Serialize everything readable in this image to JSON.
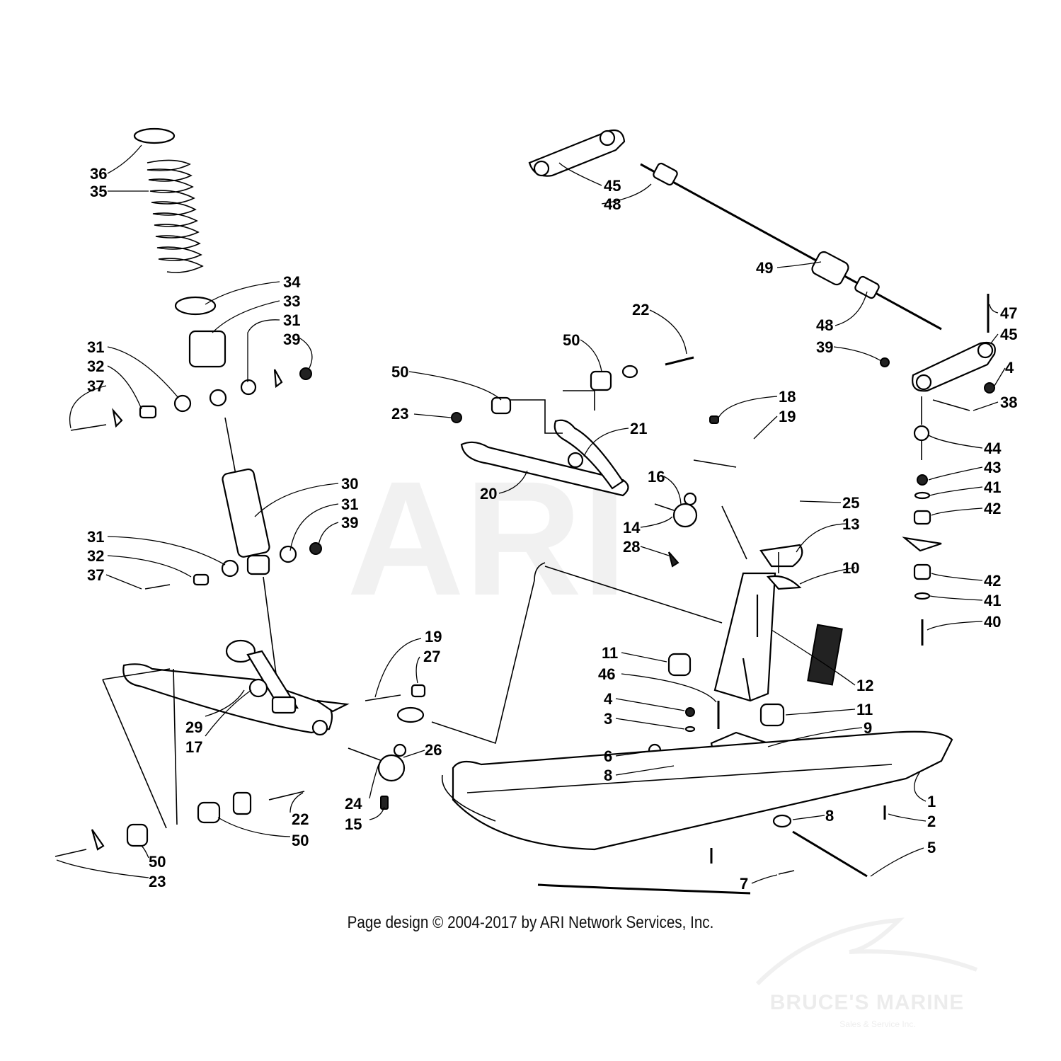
{
  "watermark": "ARI",
  "copyright": "Page design © 2004-2017 by ARI Network Services, Inc.",
  "dealer": {
    "name": "BRUCE'S MARINE",
    "tagline": "Sales & Service Inc."
  },
  "callouts": [
    {
      "id": "c36",
      "label": "36"
    },
    {
      "id": "c35",
      "label": "35"
    },
    {
      "id": "c34",
      "label": "34"
    },
    {
      "id": "c33",
      "label": "33"
    },
    {
      "id": "c31a",
      "label": "31"
    },
    {
      "id": "c39a",
      "label": "39"
    },
    {
      "id": "c31b",
      "label": "31"
    },
    {
      "id": "c32a",
      "label": "32"
    },
    {
      "id": "c37a",
      "label": "37"
    },
    {
      "id": "c30",
      "label": "30"
    },
    {
      "id": "c31c",
      "label": "31"
    },
    {
      "id": "c39b",
      "label": "39"
    },
    {
      "id": "c31d",
      "label": "31"
    },
    {
      "id": "c32b",
      "label": "32"
    },
    {
      "id": "c37b",
      "label": "37"
    },
    {
      "id": "c29",
      "label": "29"
    },
    {
      "id": "c17",
      "label": "17"
    },
    {
      "id": "c19a",
      "label": "19"
    },
    {
      "id": "c27",
      "label": "27"
    },
    {
      "id": "c26",
      "label": "26"
    },
    {
      "id": "c24",
      "label": "24"
    },
    {
      "id": "c15",
      "label": "15"
    },
    {
      "id": "c22a",
      "label": "22"
    },
    {
      "id": "c50a",
      "label": "50"
    },
    {
      "id": "c50b",
      "label": "50"
    },
    {
      "id": "c23a",
      "label": "23"
    },
    {
      "id": "c45a",
      "label": "45"
    },
    {
      "id": "c48a",
      "label": "48"
    },
    {
      "id": "c49",
      "label": "49"
    },
    {
      "id": "c48b",
      "label": "48"
    },
    {
      "id": "c47",
      "label": "47"
    },
    {
      "id": "c45b",
      "label": "45"
    },
    {
      "id": "c39c",
      "label": "39"
    },
    {
      "id": "c4a",
      "label": "4"
    },
    {
      "id": "c38",
      "label": "38"
    },
    {
      "id": "c44",
      "label": "44"
    },
    {
      "id": "c43",
      "label": "43"
    },
    {
      "id": "c41a",
      "label": "41"
    },
    {
      "id": "c42a",
      "label": "42"
    },
    {
      "id": "c42b",
      "label": "42"
    },
    {
      "id": "c41b",
      "label": "41"
    },
    {
      "id": "c40",
      "label": "40"
    },
    {
      "id": "c22b",
      "label": "22"
    },
    {
      "id": "c50c",
      "label": "50"
    },
    {
      "id": "c50d",
      "label": "50"
    },
    {
      "id": "c23b",
      "label": "23"
    },
    {
      "id": "c18",
      "label": "18"
    },
    {
      "id": "c19b",
      "label": "19"
    },
    {
      "id": "c21",
      "label": "21"
    },
    {
      "id": "c20",
      "label": "20"
    },
    {
      "id": "c16",
      "label": "16"
    },
    {
      "id": "c14",
      "label": "14"
    },
    {
      "id": "c28",
      "label": "28"
    },
    {
      "id": "c25",
      "label": "25"
    },
    {
      "id": "c13",
      "label": "13"
    },
    {
      "id": "c10",
      "label": "10"
    },
    {
      "id": "c12",
      "label": "12"
    },
    {
      "id": "c11a",
      "label": "11"
    },
    {
      "id": "c46",
      "label": "46"
    },
    {
      "id": "c4b",
      "label": "4"
    },
    {
      "id": "c3",
      "label": "3"
    },
    {
      "id": "c11b",
      "label": "11"
    },
    {
      "id": "c9",
      "label": "9"
    },
    {
      "id": "c6",
      "label": "6"
    },
    {
      "id": "c8a",
      "label": "8"
    },
    {
      "id": "c8b",
      "label": "8"
    },
    {
      "id": "c1",
      "label": "1"
    },
    {
      "id": "c2",
      "label": "2"
    },
    {
      "id": "c5",
      "label": "5"
    },
    {
      "id": "c7",
      "label": "7"
    }
  ]
}
